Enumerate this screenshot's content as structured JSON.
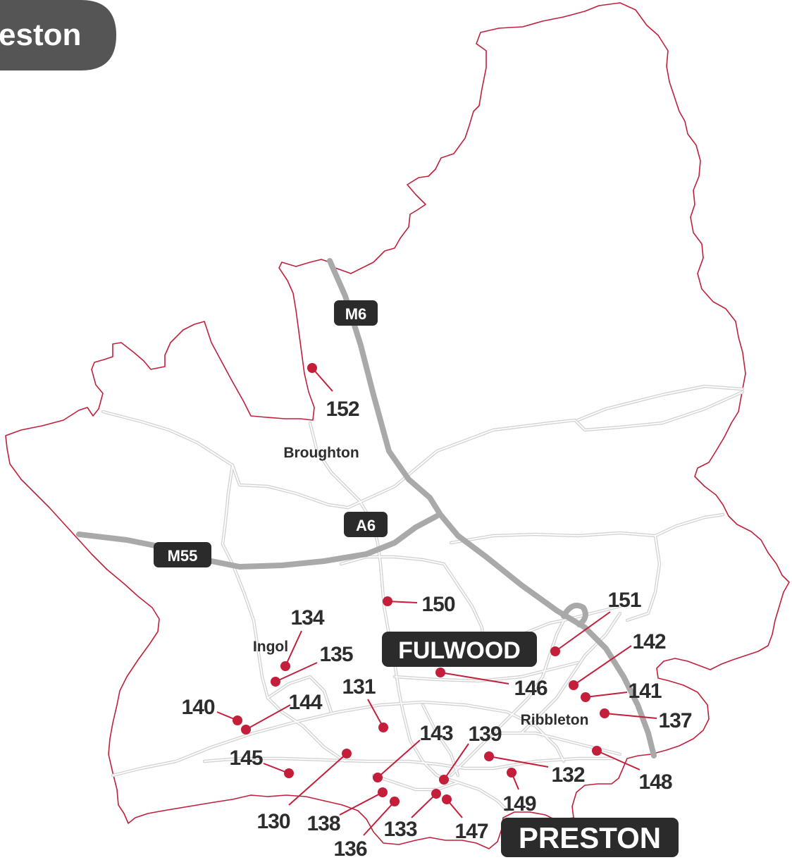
{
  "title": "eston",
  "road_labels": {
    "m6": "M6",
    "m55": "M55",
    "a6": "A6"
  },
  "places": {
    "broughton": "Broughton",
    "ingol": "Ingol",
    "ribbleton": "Ribbleton",
    "fulwood": "FULWOOD",
    "preston": "PRESTON"
  },
  "markers": [
    {
      "id": "m152",
      "label": "152"
    },
    {
      "id": "m150",
      "label": "150"
    },
    {
      "id": "m151",
      "label": "151"
    },
    {
      "id": "m134",
      "label": "134"
    },
    {
      "id": "m135",
      "label": "135"
    },
    {
      "id": "m131",
      "label": "131"
    },
    {
      "id": "m146",
      "label": "146"
    },
    {
      "id": "m142",
      "label": "142"
    },
    {
      "id": "m141",
      "label": "141"
    },
    {
      "id": "m137",
      "label": "137"
    },
    {
      "id": "m140",
      "label": "140"
    },
    {
      "id": "m144",
      "label": "144"
    },
    {
      "id": "m143",
      "label": "143"
    },
    {
      "id": "m139",
      "label": "139"
    },
    {
      "id": "m145",
      "label": "145"
    },
    {
      "id": "m132",
      "label": "132"
    },
    {
      "id": "m148",
      "label": "148"
    },
    {
      "id": "m130",
      "label": "130"
    },
    {
      "id": "m138",
      "label": "138"
    },
    {
      "id": "m133",
      "label": "133"
    },
    {
      "id": "m147",
      "label": "147"
    },
    {
      "id": "m149",
      "label": "149"
    },
    {
      "id": "m136",
      "label": "136"
    }
  ],
  "colors": {
    "boundary": "#c0203a",
    "marker": "#c41e3a",
    "motorway": "#a9a9a9",
    "road": "#d3d3d3",
    "badge": "#2b2b2b",
    "title_tab": "#555555"
  }
}
